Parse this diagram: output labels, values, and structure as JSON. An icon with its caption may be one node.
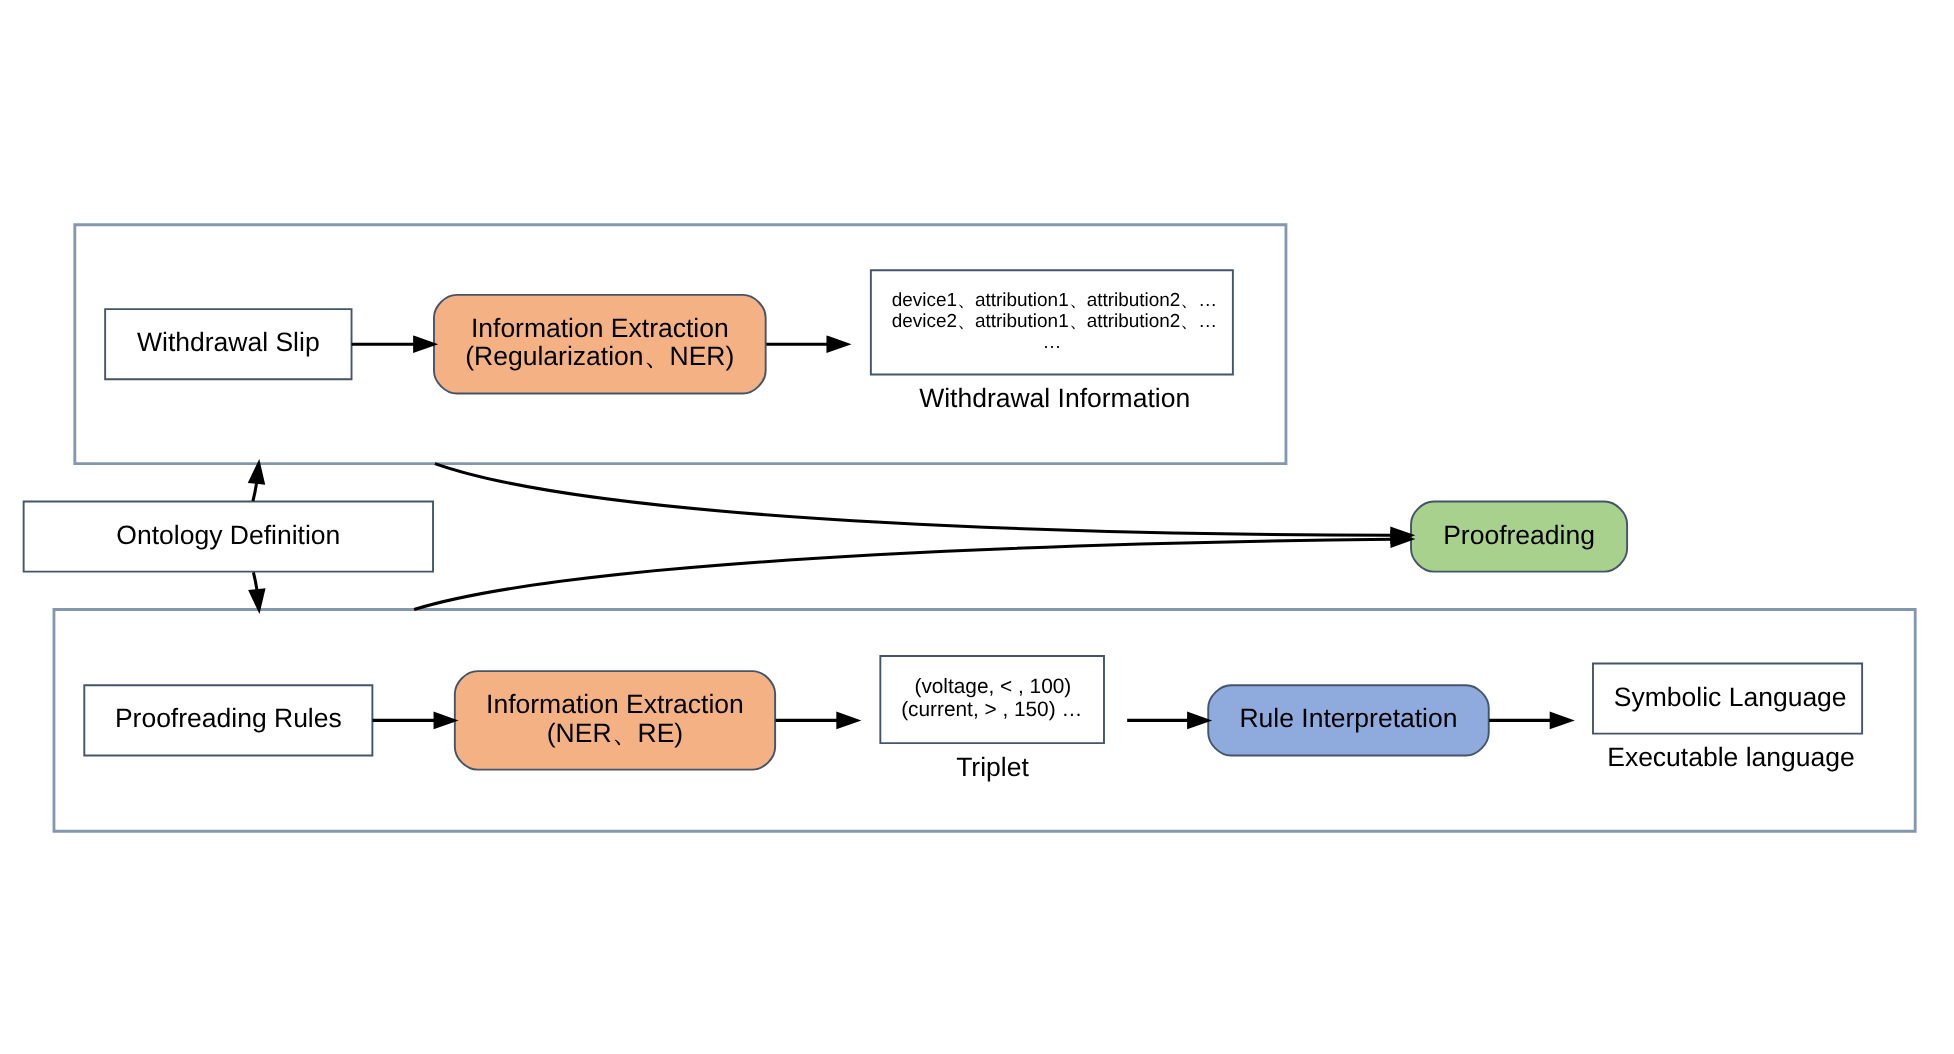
{
  "diagram": {
    "nodes": [
      {
        "text": [],
        "shape": "box"
      },
      {
        "text": [
          "Withdrawal Slip"
        ],
        "in": 0
      },
      {
        "text": [
          "Information Extraction (Regularization、NER)"
        ],
        "in": 0
      },
      {
        "text": [
          "device1、attribution1、attribution2、… device2、attribution1、attribution2、… …"
        ],
        "beside": [
          "Withdrawal Information"
        ],
        "in": 0
      },
      {
        "text": [
          "Ontology Definition"
        ]
      },
      {
        "text": [
          "Proofreading"
        ]
      },
      {
        "text": [],
        "shape": "box"
      },
      {
        "text": [
          "Proofreading Rules"
        ],
        "in": 6
      },
      {
        "text": [
          "Information Extraction (NER、RE)"
        ],
        "in": 6
      },
      {
        "text": [
          "(voltage, < , 100) (current, > , 150) …"
        ],
        "beside": [
          "Triplet"
        ],
        "in": 6
      },
      {
        "text": [
          "Rule Interpretation"
        ],
        "in": 6
      },
      {
        "text": [
          "Symbolic Language"
        ],
        "beside": [
          "Executable language"
        ],
        "in": 6
      }
    ],
    "edges": [
      {
        "from": 1,
        "to": 2,
        "arrow": "to"
      },
      {
        "from": 2,
        "to": 3,
        "arrow": "to"
      },
      {
        "from": 4,
        "to": 0,
        "arrow": "to"
      },
      {
        "from": 4,
        "to": 6,
        "arrow": "to"
      },
      {
        "from": 0,
        "to": 5,
        "arrow": "to"
      },
      {
        "from": 6,
        "to": 5,
        "arrow": "to"
      },
      {
        "from": 7,
        "to": 8,
        "arrow": "to"
      },
      {
        "from": 8,
        "to": 9,
        "arrow": "to"
      },
      {
        "from": 9,
        "to": 10,
        "arrow": "to"
      },
      {
        "from": 10,
        "to": 11,
        "arrow": "to"
      }
    ]
  }
}
